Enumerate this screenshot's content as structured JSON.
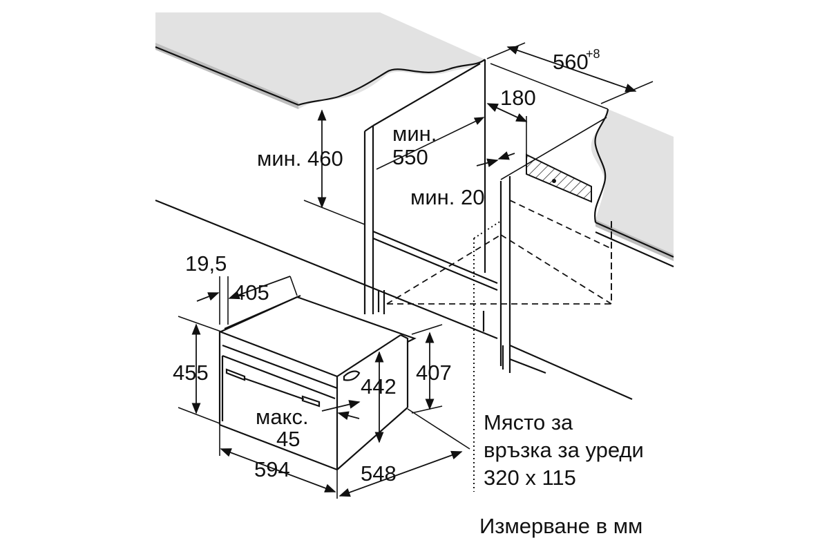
{
  "dimensions": {
    "countertop_width": "560",
    "countertop_width_tolerance": "+8",
    "back_gap": "180",
    "niche_depth_prefix": "мин.",
    "niche_depth": "550",
    "gap_above_label": "мин. 460",
    "side_gap_label": "мин. 20",
    "front_offset": "19,5",
    "top_depth": "405",
    "total_height": "455",
    "body_height": "442",
    "niche_height": "407",
    "handle_depth_prefix": "макс.",
    "handle_depth": "45",
    "width": "594",
    "depth": "548"
  },
  "connection_note": {
    "line1": "Място за",
    "line2": "връзка за уреди",
    "line3": "320 x 115"
  },
  "units_note": "Измерване в мм",
  "colors": {
    "line": "#111111",
    "countertop": "#e2e2e2",
    "countertop_edge": "#bdbdbd",
    "background": "#ffffff"
  }
}
